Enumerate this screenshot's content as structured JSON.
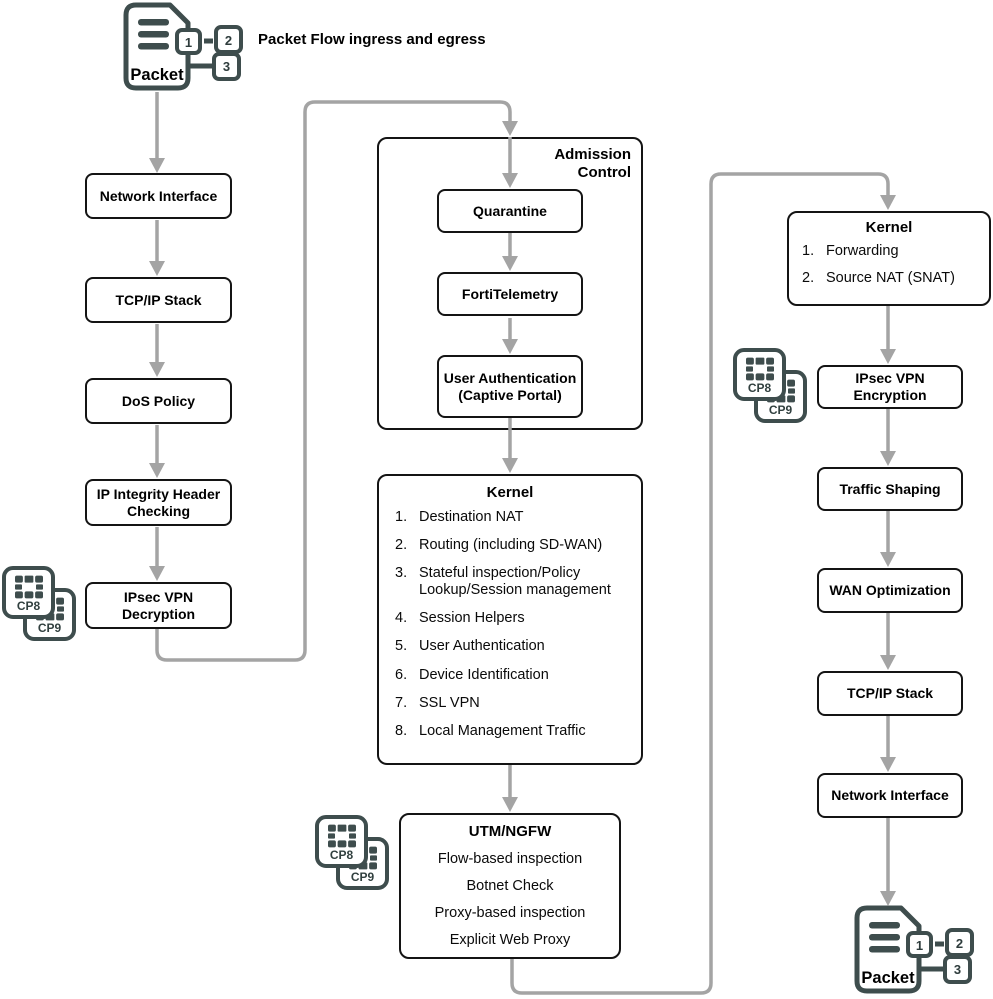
{
  "header": {
    "title": "Packet Flow ingress and egress"
  },
  "packet": {
    "label": "Packet",
    "badges": [
      "1",
      "2",
      "3"
    ]
  },
  "chips": {
    "front": "CP8",
    "back": "CP9"
  },
  "ingress": [
    {
      "label": "Network Interface"
    },
    {
      "label": "TCP/IP Stack"
    },
    {
      "label": "DoS Policy"
    },
    {
      "label": "IP Integrity Header Checking"
    },
    {
      "label": "IPsec VPN Decryption"
    }
  ],
  "admission": {
    "title": "Admission Control",
    "steps": [
      {
        "label": "Quarantine"
      },
      {
        "label": "FortiTelemetry"
      },
      {
        "label": "User Authentication (Captive Portal)"
      }
    ]
  },
  "kernel_main": {
    "title": "Kernel",
    "items": [
      {
        "num": "1.",
        "text": "Destination NAT"
      },
      {
        "num": "2.",
        "text": "Routing (including SD-WAN)"
      },
      {
        "num": "3.",
        "text": "Stateful inspection/Policy Lookup/Session management"
      },
      {
        "num": "4.",
        "text": "Session Helpers"
      },
      {
        "num": "5.",
        "text": "User Authentication"
      },
      {
        "num": "6.",
        "text": "Device Identification"
      },
      {
        "num": "7.",
        "text": "SSL VPN"
      },
      {
        "num": "8.",
        "text": "Local Management Traffic"
      }
    ]
  },
  "utm": {
    "title": "UTM/NGFW",
    "lines": [
      "Flow-based inspection",
      "Botnet Check",
      "Proxy-based inspection",
      "Explicit Web Proxy"
    ]
  },
  "kernel_egress": {
    "title": "Kernel",
    "items": [
      {
        "num": "1.",
        "text": "Forwarding"
      },
      {
        "num": "2.",
        "text": "Source NAT (SNAT)"
      }
    ]
  },
  "egress": [
    {
      "label": "IPsec VPN Encryption"
    },
    {
      "label": "Traffic Shaping"
    },
    {
      "label": "WAN Optimization"
    },
    {
      "label": "TCP/IP Stack"
    },
    {
      "label": "Network Interface"
    }
  ],
  "colors": {
    "dark": "#3e4d4d",
    "line": "#a4a4a4",
    "border": "#141414"
  }
}
